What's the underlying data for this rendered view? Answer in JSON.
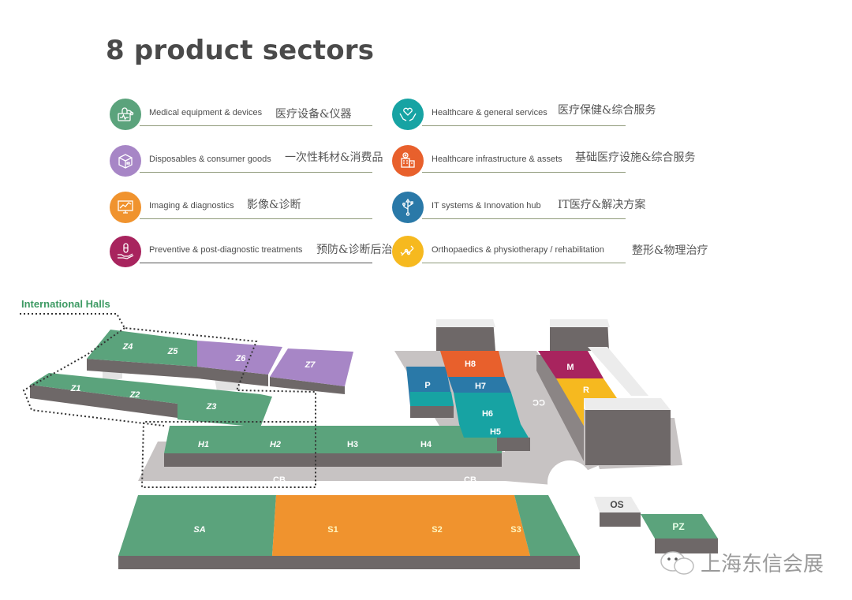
{
  "title": "8 product sectors",
  "colors": {
    "green": "#5ba37c",
    "purple": "#a786c6",
    "orange": "#f0932e",
    "magenta": "#a8245e",
    "teal": "#17a3a3",
    "red_orange": "#e8602c",
    "blue": "#2a79a8",
    "yellow": "#f6b91f",
    "gray_side": "#6e6868",
    "gray_floor": "#c7c3c3",
    "gray_light": "#ececec"
  },
  "sectors": [
    {
      "label": "Medical equipment & devices",
      "label_cn": "医疗设备&仪器",
      "icon": "stethoscope-monitor-icon",
      "color": "#5ba37c"
    },
    {
      "label": "Disposables & consumer goods",
      "label_cn": "一次性耗材&消费品",
      "icon": "box-icon",
      "color": "#a786c6"
    },
    {
      "label": "Imaging & diagnostics",
      "label_cn": "影像&诊断",
      "icon": "monitor-chart-icon",
      "color": "#f0932e"
    },
    {
      "label": "Preventive & post-diagnostic treatments",
      "label_cn": "预防&诊断后治疗",
      "icon": "hand-pill-icon",
      "color": "#a8245e"
    },
    {
      "label": "Healthcare & general services",
      "label_cn": "医疗保健&综合服务",
      "icon": "hands-heart-icon",
      "color": "#17a3a3"
    },
    {
      "label": "Healthcare infrastructure & assets",
      "label_cn": "基础医疗设施&综合服务",
      "icon": "hospital-building-icon",
      "color": "#e8602c"
    },
    {
      "label": "IT systems & Innovation hub",
      "label_cn": "IT医疗&解决方案",
      "icon": "usb-icon",
      "color": "#2a79a8"
    },
    {
      "label": "Orthopaedics & physiotherapy / rehabilitation",
      "label_cn": "整形&物理治疗",
      "icon": "bone-joint-icon",
      "color": "#f6b91f"
    }
  ],
  "map": {
    "international_halls_label": "International Halls",
    "halls": {
      "Z1": "Z1",
      "Z2": "Z2",
      "Z3": "Z3",
      "Z4": "Z4",
      "Z5": "Z5",
      "Z6": "Z6",
      "Z7": "Z7",
      "H1": "H1",
      "H2": "H2",
      "H3": "H3",
      "H4": "H4",
      "H5": "H5",
      "H6": "H6",
      "H7": "H7",
      "H8": "H8",
      "P": "P",
      "M": "M",
      "R": "R",
      "CC": "CC",
      "CB1": "CB",
      "CB2": "CB",
      "SA": "SA",
      "S1": "S1",
      "S2": "S2",
      "S3": "S3",
      "OS": "OS",
      "PZ": "PZ"
    }
  },
  "watermark": "上海东信会展"
}
